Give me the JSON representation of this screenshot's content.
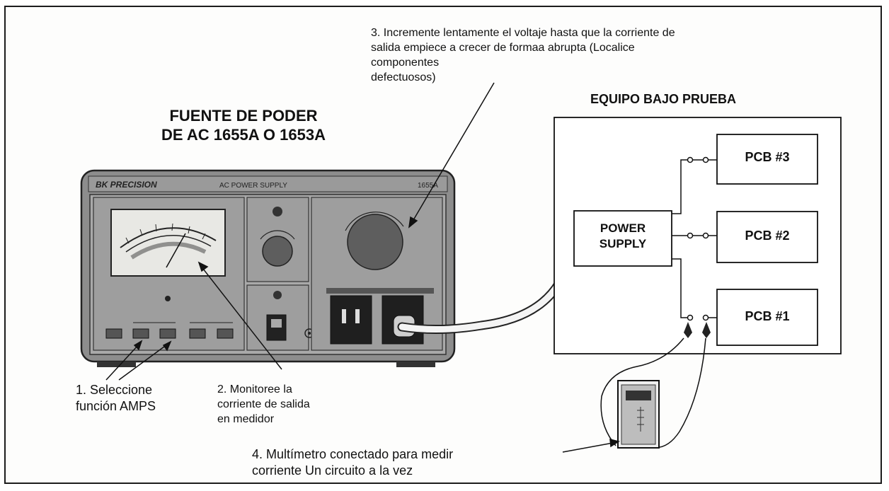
{
  "diagram": {
    "supply_title": "FUENTE DE PODER\nDE AC 1655A O 1653A",
    "equipment_title": "EQUIPO BAJO PRUEBA",
    "power_supply_box": "POWER\nSUPPLY",
    "pcb_labels": [
      "PCB #3",
      "PCB #2",
      "PCB #1"
    ],
    "device": {
      "brand": "BK PRECISION",
      "name": "AC POWER SUPPLY",
      "model": "1655A"
    },
    "steps": {
      "step1": "1. Seleccione\nfunción AMPS",
      "step2": "2. Monitoree la\ncorriente de salida\nen medidor",
      "step3": "3. Incremente lentamente el voltaje hasta que    la corriente de\nsalida empiece a crecer de formaa abrupta (Localice componentes\ndefectuosos)",
      "step4": "4.  Multímetro conectado para medir\ncorriente Un circuito a la vez"
    }
  },
  "colors": {
    "panel_outer": "#8d8d8d",
    "panel_face": "#a9a9a9",
    "line": "#111111"
  }
}
